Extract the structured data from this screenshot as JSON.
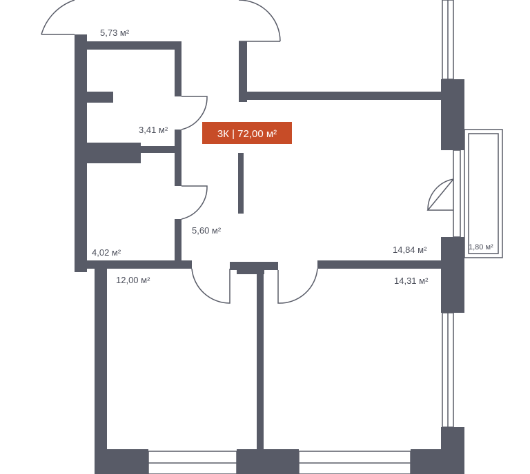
{
  "plan": {
    "wall_color": "#585b67",
    "accent_color": "#c74c27",
    "badge": {
      "text": "3К | 72,00 м²"
    },
    "rooms": [
      {
        "id": "entrance",
        "area": "5,73 м²"
      },
      {
        "id": "bathroom",
        "area": "3,41 м²"
      },
      {
        "id": "storage",
        "area": "4,02 м²"
      },
      {
        "id": "hall",
        "area": "5,60 м²"
      },
      {
        "id": "living",
        "area": "14,84 м²"
      },
      {
        "id": "balcony",
        "area": "1,80 м²"
      },
      {
        "id": "bedroom-left",
        "area": "12,00 м²"
      },
      {
        "id": "bedroom-right",
        "area": "14,31 м²"
      }
    ]
  }
}
